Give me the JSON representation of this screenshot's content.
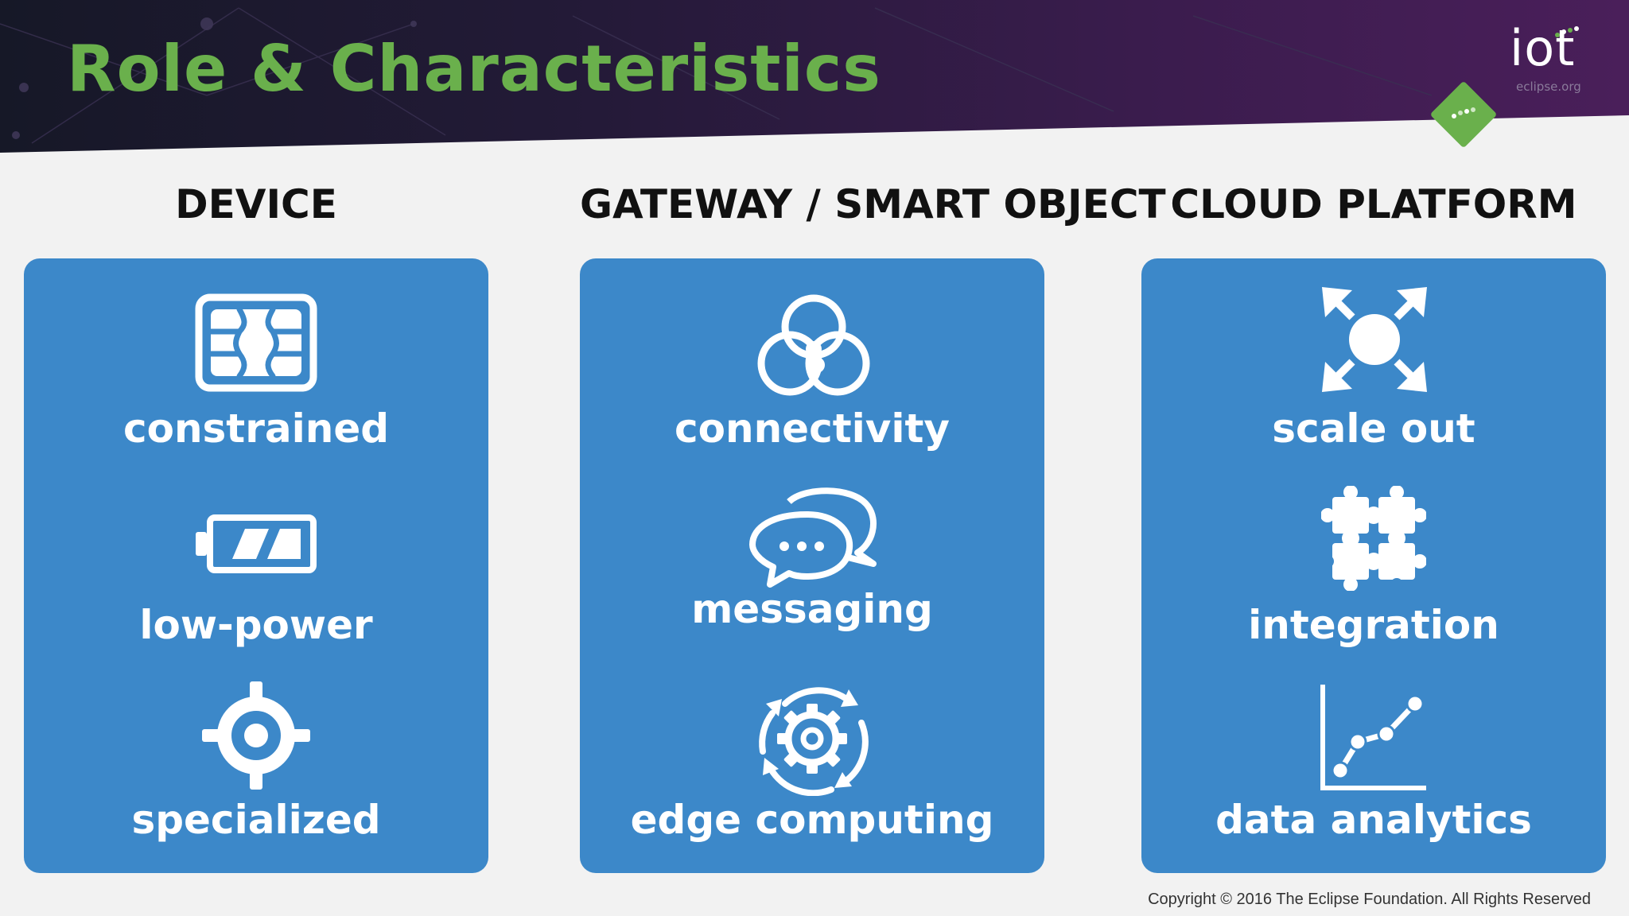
{
  "title": "Role & Characteristics",
  "logo": {
    "wordmark": "iot",
    "sub": "eclipse.org",
    "accent": "#6ab04c"
  },
  "colors": {
    "title": "#6ab04c",
    "panel": "#3c88c9",
    "header_bg": "#261b3a"
  },
  "columns": [
    {
      "heading": "DEVICE",
      "items": [
        {
          "label": "constrained",
          "icon": "sim-chip-icon"
        },
        {
          "label": "low-power",
          "icon": "battery-icon"
        },
        {
          "label": "specialized",
          "icon": "target-icon"
        }
      ]
    },
    {
      "heading": "GATEWAY / SMART OBJECT",
      "items": [
        {
          "label": "connectivity",
          "icon": "connected-circles-icon"
        },
        {
          "label": "messaging",
          "icon": "chat-bubbles-icon"
        },
        {
          "label": "edge computing",
          "icon": "gear-cycle-icon"
        }
      ]
    },
    {
      "heading": "CLOUD PLATFORM",
      "items": [
        {
          "label": "scale out",
          "icon": "expand-arrows-icon"
        },
        {
          "label": "integration",
          "icon": "puzzle-icon"
        },
        {
          "label": "data analytics",
          "icon": "line-chart-icon"
        }
      ]
    }
  ],
  "copyright": "Copyright © 2016 The Eclipse Foundation. All Rights Reserved"
}
